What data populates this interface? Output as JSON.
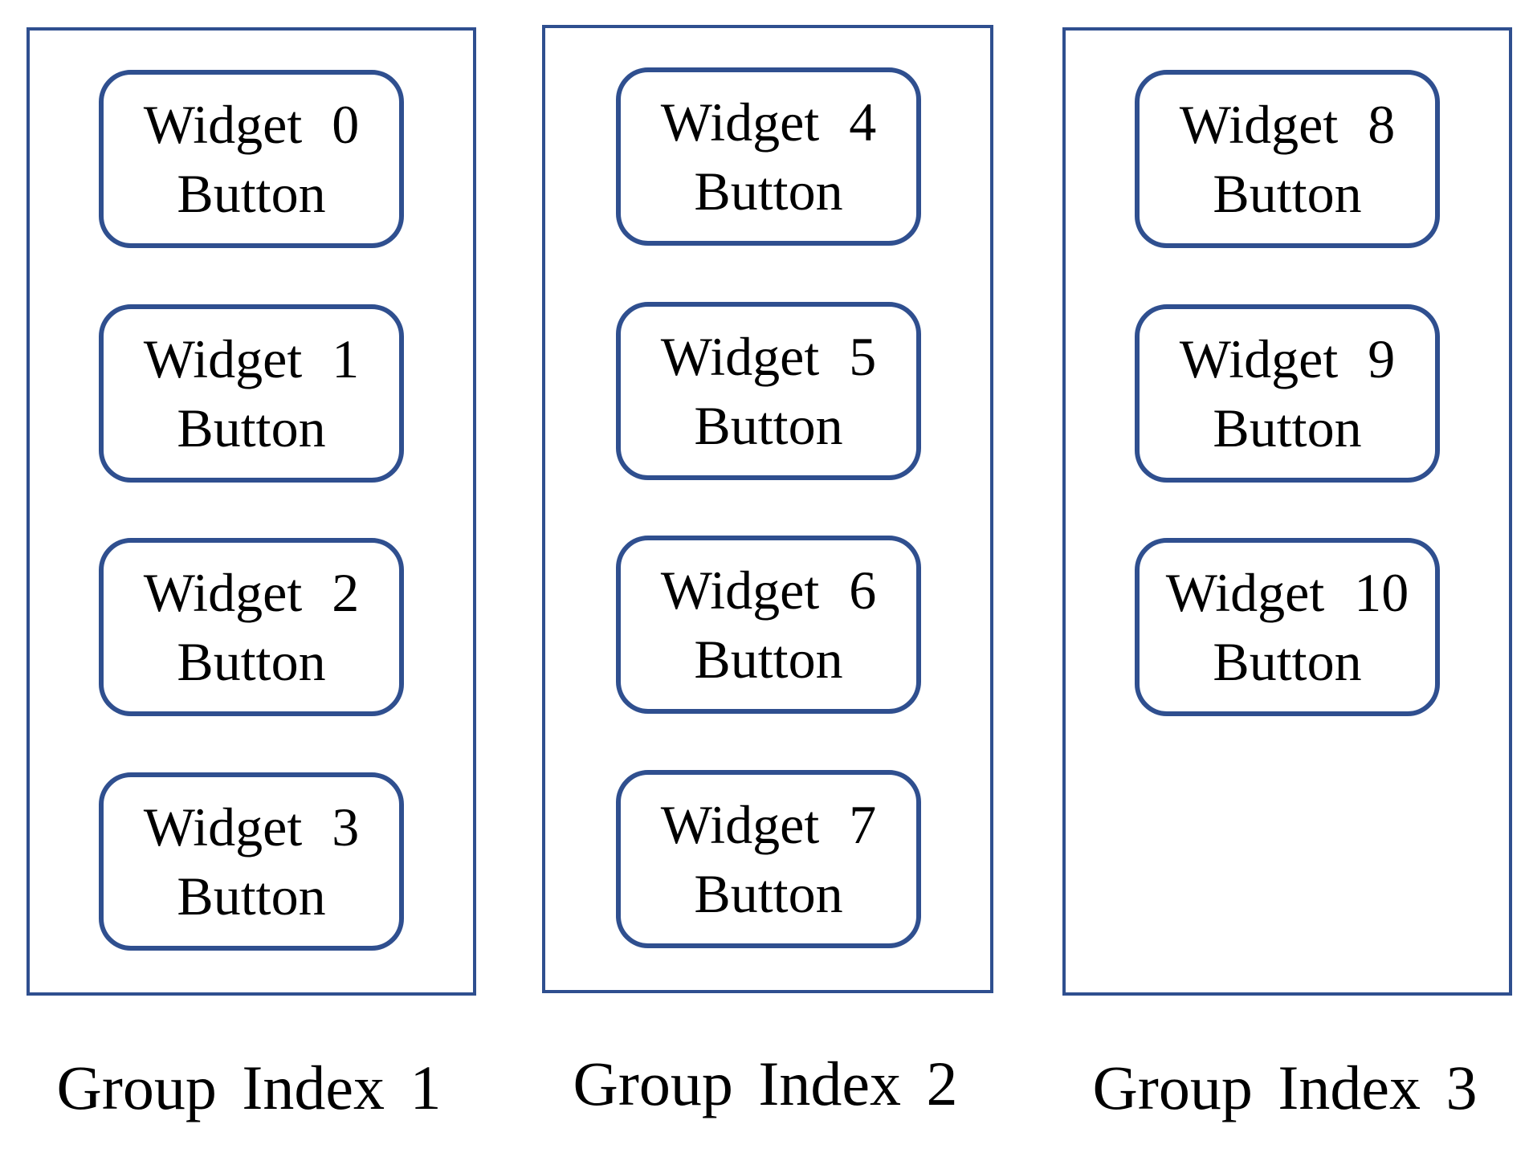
{
  "groups": [
    {
      "label": "Group Index 1",
      "widgets": [
        {
          "title": "Widget 0",
          "type": "Button"
        },
        {
          "title": "Widget 1",
          "type": "Button"
        },
        {
          "title": "Widget 2",
          "type": "Button"
        },
        {
          "title": "Widget 3",
          "type": "Button"
        }
      ]
    },
    {
      "label": "Group Index 2",
      "widgets": [
        {
          "title": "Widget 4",
          "type": "Button"
        },
        {
          "title": "Widget 5",
          "type": "Button"
        },
        {
          "title": "Widget 6",
          "type": "Button"
        },
        {
          "title": "Widget 7",
          "type": "Button"
        }
      ]
    },
    {
      "label": "Group Index 3",
      "widgets": [
        {
          "title": "Widget 8",
          "type": "Button"
        },
        {
          "title": "Widget 9",
          "type": "Button"
        },
        {
          "title": "Widget 10",
          "type": "Button"
        }
      ]
    }
  ],
  "colors": {
    "border": "#2f4f8f",
    "background": "#ffffff",
    "text": "#000000"
  }
}
